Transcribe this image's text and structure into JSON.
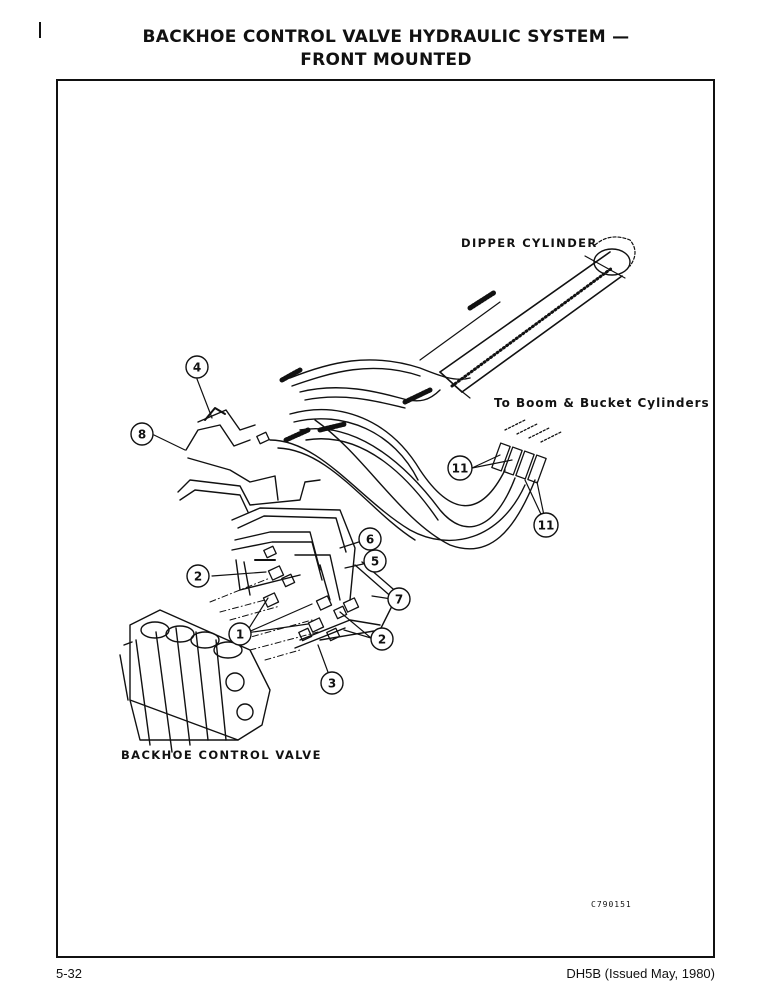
{
  "header": {
    "title_line1": "BACKHOE CONTROL VALVE HYDRAULIC SYSTEM —",
    "title_line2": "FRONT MOUNTED"
  },
  "diagram": {
    "labels": {
      "dipper_cylinder": "DIPPER CYLINDER",
      "boom_bucket": "To Boom & Bucket Cylinders",
      "control_valve": "BACKHOE CONTROL VALVE",
      "drawing_code": "C790151"
    },
    "callouts": [
      "1",
      "2",
      "2",
      "3",
      "4",
      "5",
      "6",
      "7",
      "8",
      "11",
      "11"
    ]
  },
  "footer": {
    "page_number": "5-32",
    "doc_info": "DH5B (Issued May, 1980)"
  }
}
